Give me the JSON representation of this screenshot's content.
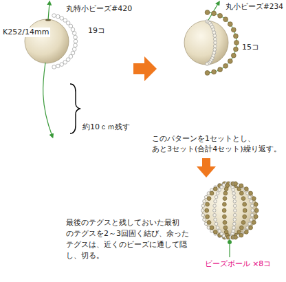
{
  "diagram": {
    "labels": [
      "K252/14mm",
      "丸特小ビーズ#420",
      "19コ",
      "約10ｃｍ残す",
      "丸小ビーズ#234",
      "15コ",
      "このパターンを1セットとし、 あと3セット(合計4セット)繰り返す。",
      "最後のテグスと残しておいた最初 のテグスを2～3回固く結び、余った テグスは、近くのビーズに通して隠 し、切る。",
      "ビーズボール ×8コ"
    ]
  }
}
